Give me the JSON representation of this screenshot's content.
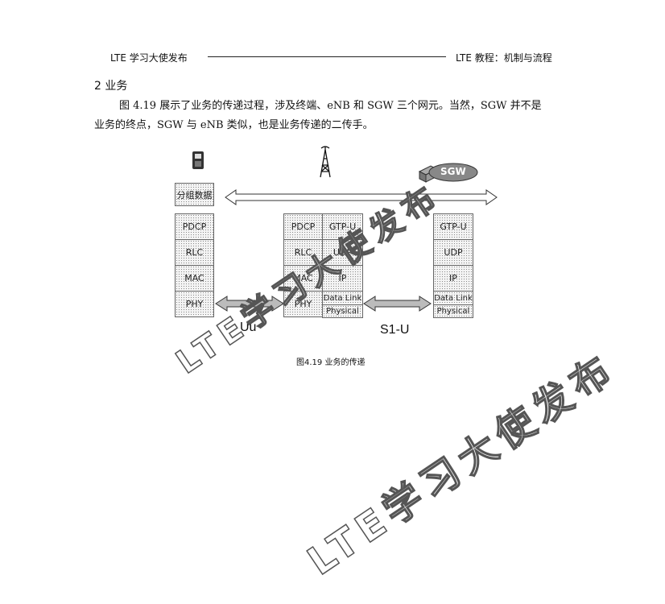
{
  "header": {
    "left": "LTE 学习大使发布",
    "right": "LTE 教程：机制与流程"
  },
  "section": {
    "title": "2 业务",
    "para_line1": "图 4.19 展示了业务的传递过程，涉及终端、eNB 和 SGW 三个网元。当然，SGW 并不是",
    "para_line2": "业务的终点，SGW 与 eNB 类似，也是业务传递的二传手。"
  },
  "figure": {
    "sgw_label": "SGW",
    "ue_top_label": "分组数据",
    "ue_stack": [
      "PDCP",
      "RLC",
      "MAC",
      "PHY"
    ],
    "enb_left": [
      "PDCP",
      "RLC",
      "MAC",
      "PHY"
    ],
    "enb_right": [
      "GTP-U",
      "UDP",
      "IP",
      "Data Link",
      "Physical"
    ],
    "sgw_stack": [
      "GTP-U",
      "UDP",
      "IP",
      "Data Link",
      "Physical"
    ],
    "uu_label": "Uu",
    "s1u_label": "S1-U",
    "caption": "图4.19 业务的传递"
  },
  "watermark": {
    "upper": "LTE学习大使发布",
    "lower": "LTE学习大使发布"
  }
}
